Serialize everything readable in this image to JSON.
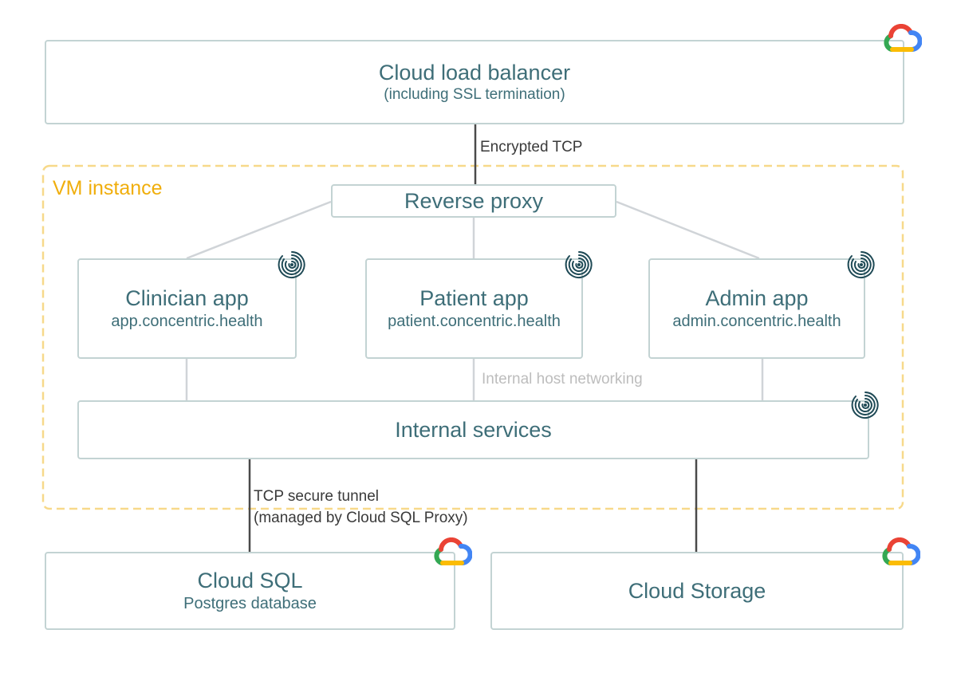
{
  "vm_instance": {
    "label": "VM instance"
  },
  "load_balancer": {
    "title": "Cloud load balancer",
    "subtitle": "(including SSL termination)"
  },
  "reverse_proxy": {
    "title": "Reverse proxy"
  },
  "apps": [
    {
      "title": "Clinician app",
      "domain": "app.concentric.health"
    },
    {
      "title": "Patient app",
      "domain": "patient.concentric.health"
    },
    {
      "title": "Admin app",
      "domain": "admin.concentric.health"
    }
  ],
  "internal_services": {
    "title": "Internal services"
  },
  "cloud_sql": {
    "title": "Cloud SQL",
    "subtitle": "Postgres database"
  },
  "cloud_storage": {
    "title": "Cloud Storage"
  },
  "connections": {
    "encrypted": "Encrypted TCP",
    "internal_networking": "Internal host networking",
    "tunnel_line1": "TCP secure tunnel",
    "tunnel_line2": "(managed by Cloud SQL Proxy)"
  },
  "colors": {
    "box_border": "#c3d3d3",
    "text": "#3e6e78",
    "vm_dashed": "#f7d98a",
    "vm_label": "#f0ae0c",
    "line_dark": "#4a4a4a",
    "line_light": "#d0d4d8",
    "fingerprint": "#1f4a56"
  },
  "icons": {
    "cloud": "google-cloud-icon",
    "fingerprint": "fingerprint-icon"
  }
}
